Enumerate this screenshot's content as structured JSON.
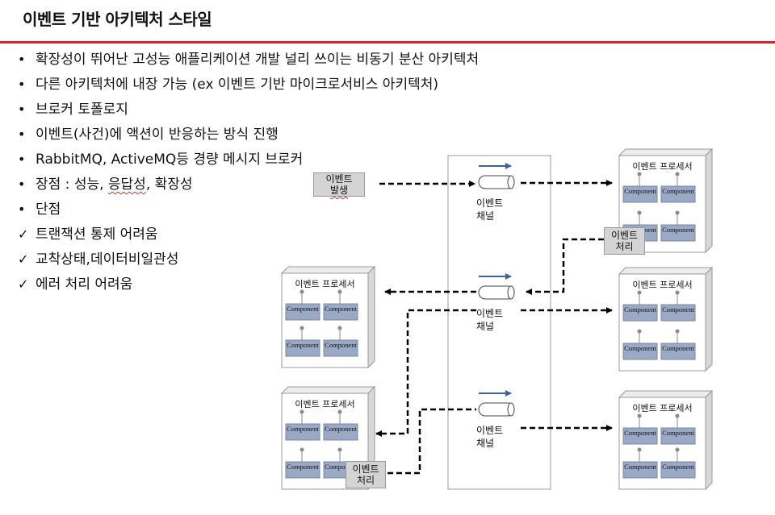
{
  "page": {
    "title": "이벤트 기반 아키텍처 스타일",
    "accent_color": "#d9232d"
  },
  "bullets": [
    {
      "marker": "•",
      "text": "확장성이 뛰어난 고성능 애플리케이션 개발 널리 쓰이는 비동기 분산 아키텍처"
    },
    {
      "marker": "•",
      "text": "다른 아키텍처에 내장 가능 (ex 이벤트 기반 마이크로서비스 아키텍처)"
    },
    {
      "marker": "•",
      "text": "브로커 토폴로지"
    },
    {
      "marker": "•",
      "text": "이벤트(사건)에 액션이 반응하는 방식 진행"
    },
    {
      "marker": "•",
      "text": "RabbitMQ, ActiveMQ등 경량 메시지 브로커"
    },
    {
      "marker": "•",
      "segments": [
        "장점 : 성능, ",
        "응답성",
        ", 확장성"
      ]
    },
    {
      "marker": "•",
      "text": "단점"
    },
    {
      "marker": "✓",
      "text": "트랜잭션 통제 어려움"
    },
    {
      "marker": "✓",
      "text": "교착상태,데이터비일관성"
    },
    {
      "marker": "✓",
      "text": "에러 처리 어려움"
    }
  ],
  "diagram": {
    "event_source": {
      "line1": "이벤트",
      "line2": "발생"
    },
    "channels": [
      {
        "line1": "이벤트",
        "line2": "채널"
      },
      {
        "line1": "이벤트",
        "line2": "채널"
      },
      {
        "line1": "이벤트",
        "line2": "채널"
      }
    ],
    "processor_title": "이벤트 프로세서",
    "component_label": "Component",
    "processing_note": {
      "line1": "이벤트",
      "line2": "처리"
    },
    "colors": {
      "component_fill": "#9aa9c6",
      "channel_arrow": "#3c5fa8",
      "note_fill": "#d4d4d4",
      "box_face": "#ffffff",
      "box_side": "#d8d8d8",
      "box_top": "#ececec"
    }
  }
}
